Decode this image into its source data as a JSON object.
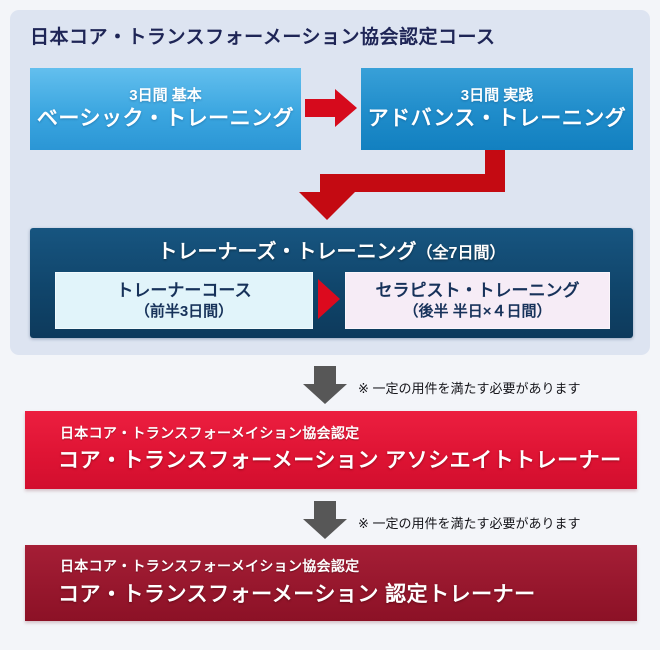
{
  "panel": {
    "title": "日本コア・トランスフォーメーション協会認定コース"
  },
  "courses": {
    "basic": {
      "line1": "3日間 基本",
      "line2": "ベーシック・トレーニング"
    },
    "advance": {
      "line1": "3日間 実践",
      "line2": "アドバンス・トレーニング"
    }
  },
  "trainers": {
    "title_main": "トレーナーズ・トレーニング",
    "title_sub": "（全7日間）",
    "trainer_course": {
      "line1": "トレーナーコース",
      "line2": "（前半3日間）"
    },
    "therapist": {
      "line1": "セラピスト・トレーニング",
      "line2": "（後半 半日×４日間）"
    }
  },
  "notes": {
    "requirement": "※ 一定の用件を満たす必要があります"
  },
  "certs": {
    "associate": {
      "line1": "日本コア・トランスフォーメイション協会認定",
      "line2": "コア・トランスフォーメーション アソシエイトトレーナー"
    },
    "certified": {
      "line1": "日本コア・トランスフォーメイション協会認定",
      "line2": "コア・トランスフォーメーション 認定トレーナー"
    }
  },
  "colors": {
    "page_bg": "#f3f5f9",
    "panel_bg": "#dde4f1",
    "title_navy": "#1e2556",
    "basic_blue_top": "#63bfee",
    "basic_blue_bottom": "#2b96d5",
    "advance_blue_top": "#38a0d8",
    "advance_blue_bottom": "#1280c0",
    "dark_box_top": "#175580",
    "dark_box_bottom": "#0d3a5c",
    "sub_left_bg": "#e1f4fa",
    "sub_right_bg": "#f6ecf6",
    "arrow_red": "#d60a1c",
    "elbow_red": "#c40a12",
    "triangle_red": "#dc0a1e",
    "gray_arrow": "#575757",
    "band_associate_top": "#ec1f40",
    "band_associate_bottom": "#d20e2e",
    "band_certified_top": "#a51e36",
    "band_certified_bottom": "#8c1126"
  }
}
